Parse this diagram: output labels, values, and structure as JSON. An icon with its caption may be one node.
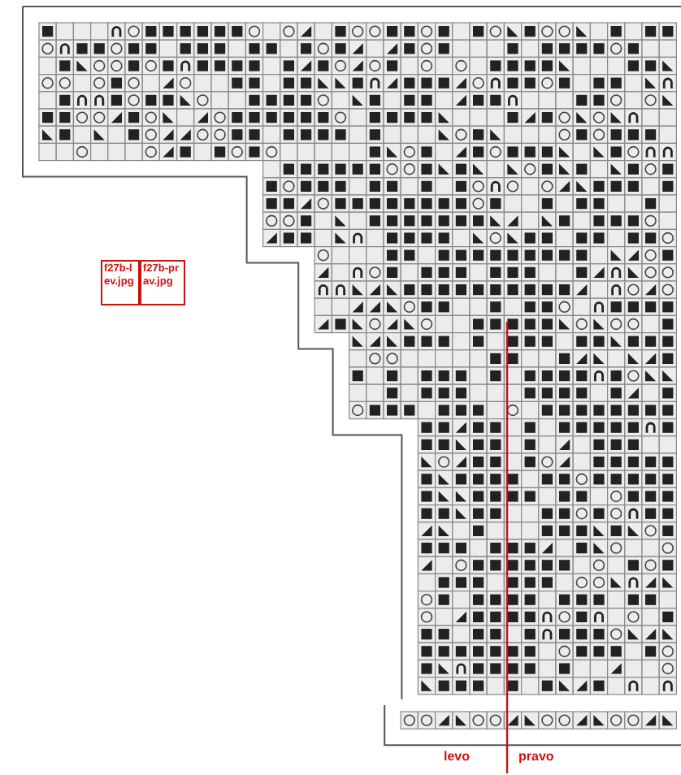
{
  "diagram": {
    "nodes": [
      {
        "text": [
          "f27b-lev.jpg"
        ]
      },
      {
        "text": [
          "f27b-prav.jpg"
        ]
      }
    ],
    "labels": [
      "levo",
      "pravo"
    ]
  }
}
